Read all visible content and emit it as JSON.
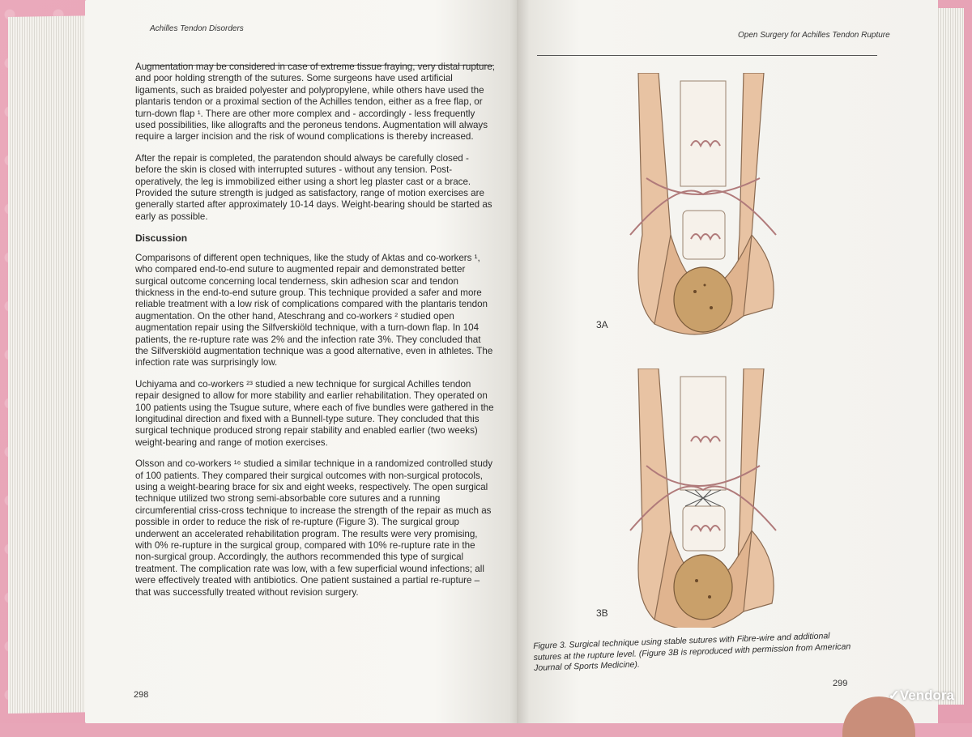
{
  "left_page": {
    "header": "Achilles Tendon Disorders",
    "page_number": "298",
    "paragraphs": [
      "Augmentation may be considered in case of extreme tissue fraying, very distal rupture, and poor holding strength of the sutures. Some surgeons have used artificial ligaments, such as braided polyester and polypropylene, while others have used the plantaris tendon or a proximal section of the Achilles tendon, either as a free flap, or turn-down flap ¹. There are other more complex and - accordingly - less frequently used possibilities, like allografts and the peroneus tendons. Augmentation will always require a larger incision and the risk of wound complications is thereby increased.",
      "After the repair is completed, the paratendon should always be carefully closed - before the skin is closed with interrupted sutures - without any tension. Post-operatively, the leg is immobilized either using a short leg plaster cast or a brace. Provided the suture strength is judged as satisfactory, range of motion exercises are generally started after approximately 10-14 days. Weight-bearing should be started as early as possible."
    ],
    "discussion_heading": "Discussion",
    "discussion": [
      "Comparisons of different open techniques, like the study of Aktas and co-workers ¹, who compared end-to-end suture to augmented repair and demonstrated better surgical outcome concerning local tenderness, skin adhesion scar and tendon thickness in the end-to-end suture group. This technique provided a safer and more reliable treatment with a low risk of complications compared with the plantaris tendon augmentation. On the other hand, Ateschrang and co-workers ² studied open augmentation repair using the Silfverskiöld technique, with a turn-down flap. In 104 patients, the re-rupture rate was 2% and the infection rate 3%. They concluded that the Silfverskiöld augmentation technique was a good alternative, even in athletes. The infection rate was surprisingly low.",
      "Uchiyama and co-workers ²³ studied a new technique for surgical Achilles tendon repair designed to allow for more stability and earlier rehabilitation. They operated on 100 patients using the Tsugue suture, where each of five bundles were gathered in the longitudinal direction and fixed with a Bunnell-type suture. They concluded that this surgical technique produced strong repair stability and enabled earlier (two weeks) weight-bearing and range of motion exercises.",
      "Olsson and co-workers ¹⁶ studied a similar technique in a randomized controlled study of 100 patients. They compared their surgical outcomes with non-surgical protocols, using a weight-bearing brace for six and eight weeks, respectively. The open surgical technique utilized two strong semi-absorbable core sutures and a running circumferential criss-cross technique to increase the strength of the repair as much as possible in order to reduce the risk of re-rupture (Figure 3). The surgical group underwent an accelerated rehabilitation program. The results were very promising, with 0% re-rupture in the surgical group, compared with 10% re-rupture rate in the non-surgical group. Accordingly, the authors recommended this type of surgical treatment. The complication rate was low, with a few superficial wound infections; all were effectively treated with antibiotics. One patient sustained a partial re-rupture – that was successfully treated without revision surgery."
    ]
  },
  "right_page": {
    "header": "Open Surgery for Achilles Tendon Rupture",
    "page_number": "299",
    "figure_labels": [
      "3A",
      "3B"
    ],
    "caption": "Figure 3. Surgical technique using stable sutures with Fibre-wire and additional sutures at the rupture level. (Figure 3B is reproduced with permission from American Journal of Sports Medicine)."
  },
  "watermark": "Vendora",
  "colors": {
    "tendon": "#e8c3a3",
    "heel": "#c9a06a",
    "suture": "#b07a7a",
    "background": "#e8a6b8"
  }
}
